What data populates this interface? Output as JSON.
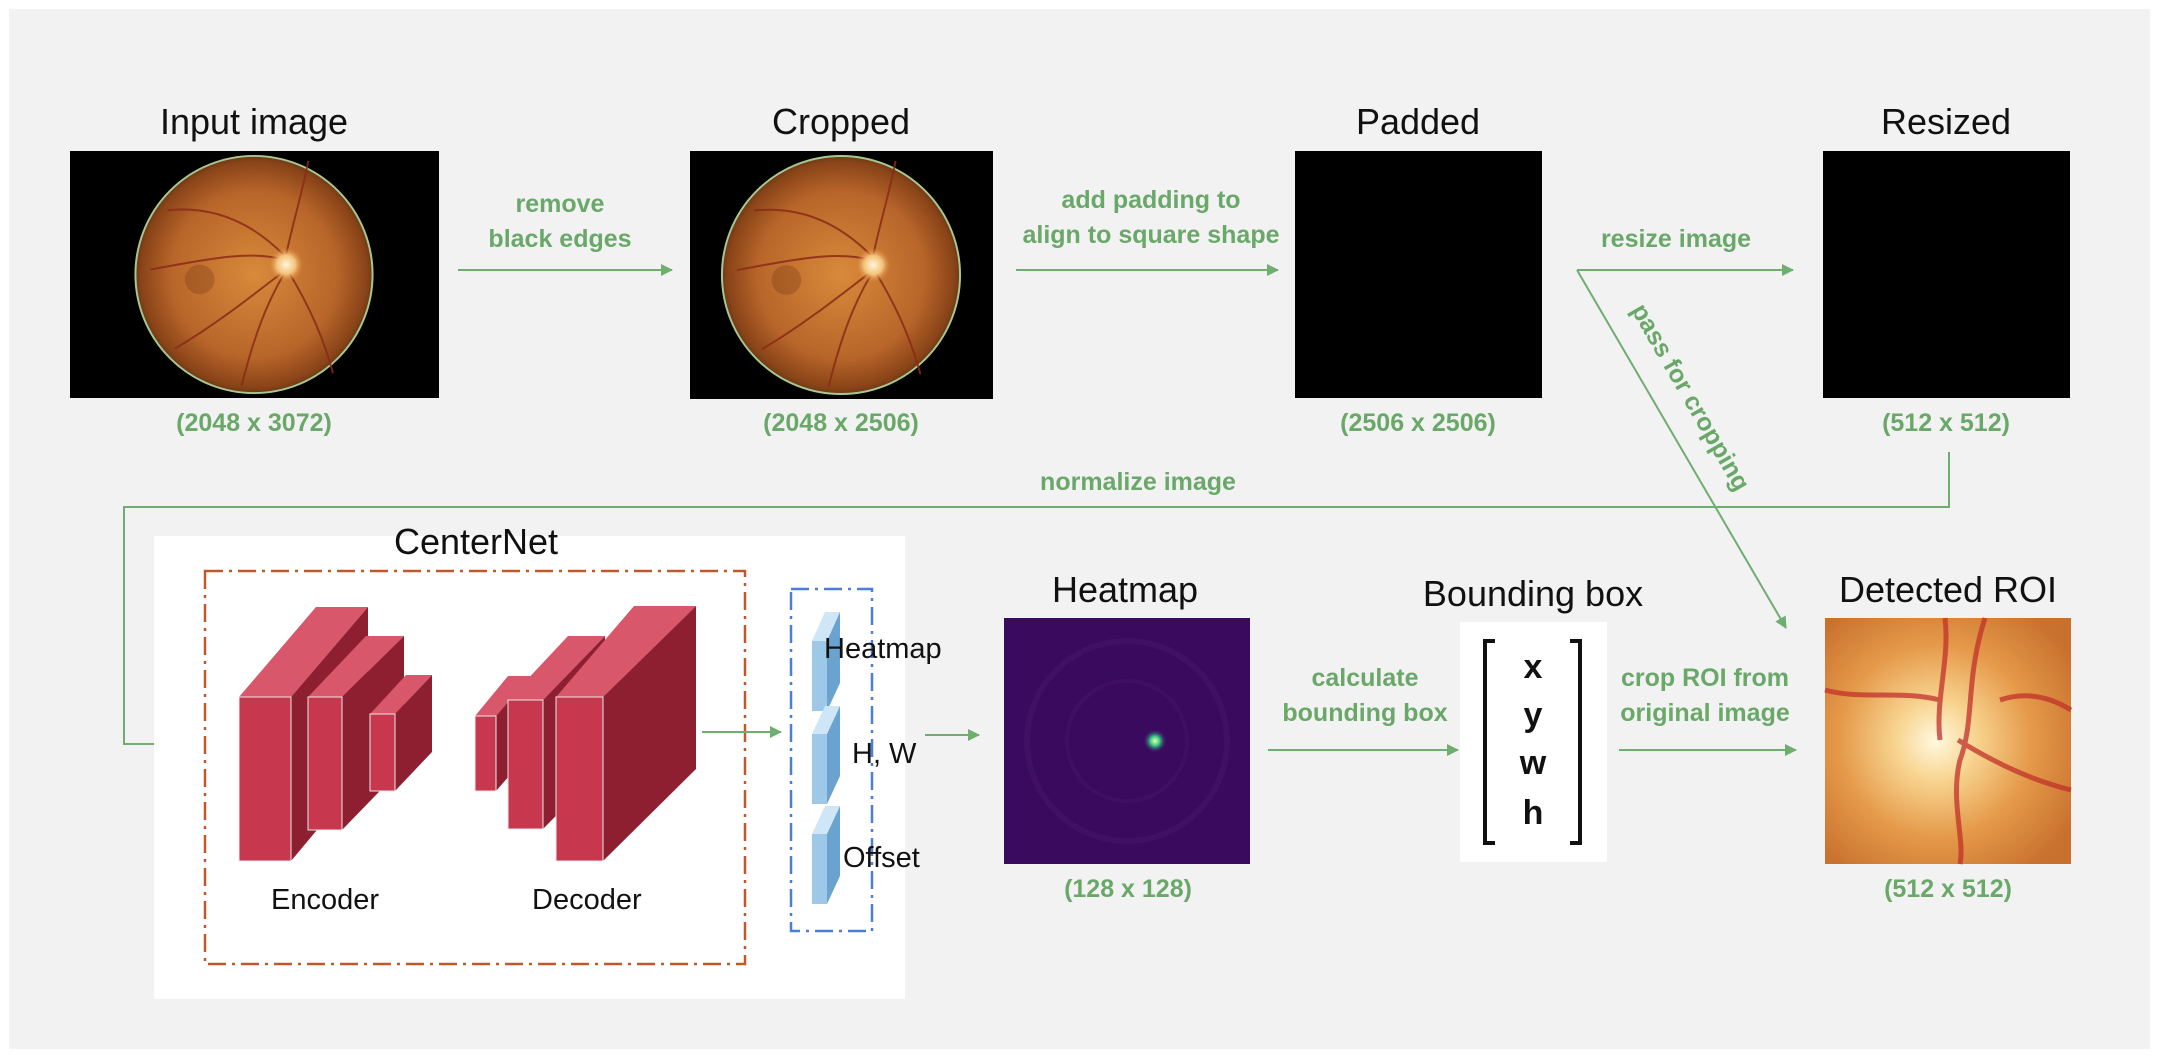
{
  "colors": {
    "background": "#f2f2f2",
    "label_green": "#6aa86a",
    "arrow_green": "#70ad70",
    "encoder_red": "#c0344a",
    "output_blue": "#9dc8e8",
    "centernet_border": "#c0582a",
    "output_border": "#4a7fd4",
    "heatmap_purple": "#3a0a5e"
  },
  "steps": {
    "input": {
      "title": "Input image",
      "size": "(2048 x 3072)"
    },
    "cropped": {
      "title": "Cropped",
      "size": "(2048 x 2506)"
    },
    "padded": {
      "title": "Padded",
      "size": "(2506 x 2506)"
    },
    "resized": {
      "title": "Resized",
      "size": "(512 x 512)"
    },
    "heatmap": {
      "title": "Heatmap",
      "size": "(128 x 128)"
    },
    "bbox": {
      "title": "Bounding box",
      "vars": [
        "x",
        "y",
        "w",
        "h"
      ]
    },
    "roi": {
      "title": "Detected ROI",
      "size": "(512 x 512)"
    }
  },
  "arrows": {
    "remove": [
      "remove",
      "black edges"
    ],
    "pad": [
      "add padding to",
      "align to square shape"
    ],
    "resize": "resize image",
    "pass": "pass for cropping",
    "normalize": "normalize image",
    "calc": [
      "calculate",
      "bounding box"
    ],
    "crop": [
      "crop ROI from",
      "original image"
    ]
  },
  "centernet": {
    "title": "CenterNet",
    "encoder": "Encoder",
    "decoder": "Decoder",
    "outputs": [
      "Heatmap",
      "H, W",
      "Offset"
    ]
  }
}
